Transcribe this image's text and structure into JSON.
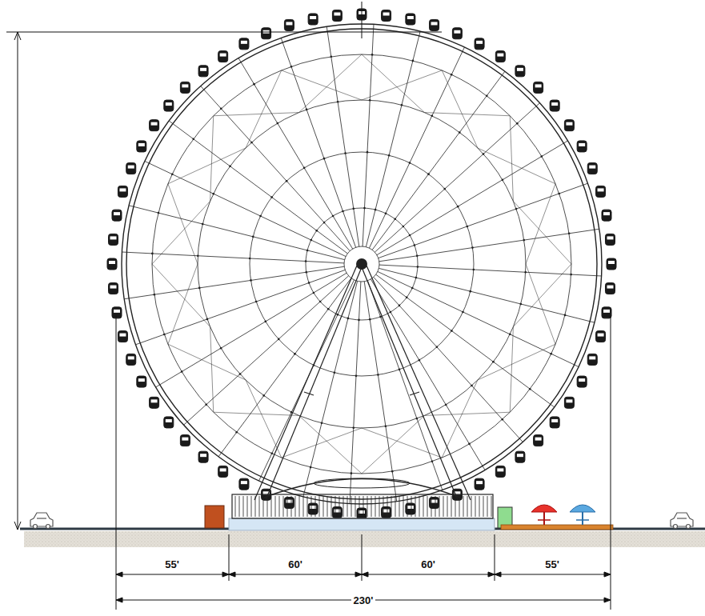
{
  "diagram": {
    "labels": [
      "55'",
      "60'",
      "60'",
      "55'",
      "230'"
    ]
  }
}
